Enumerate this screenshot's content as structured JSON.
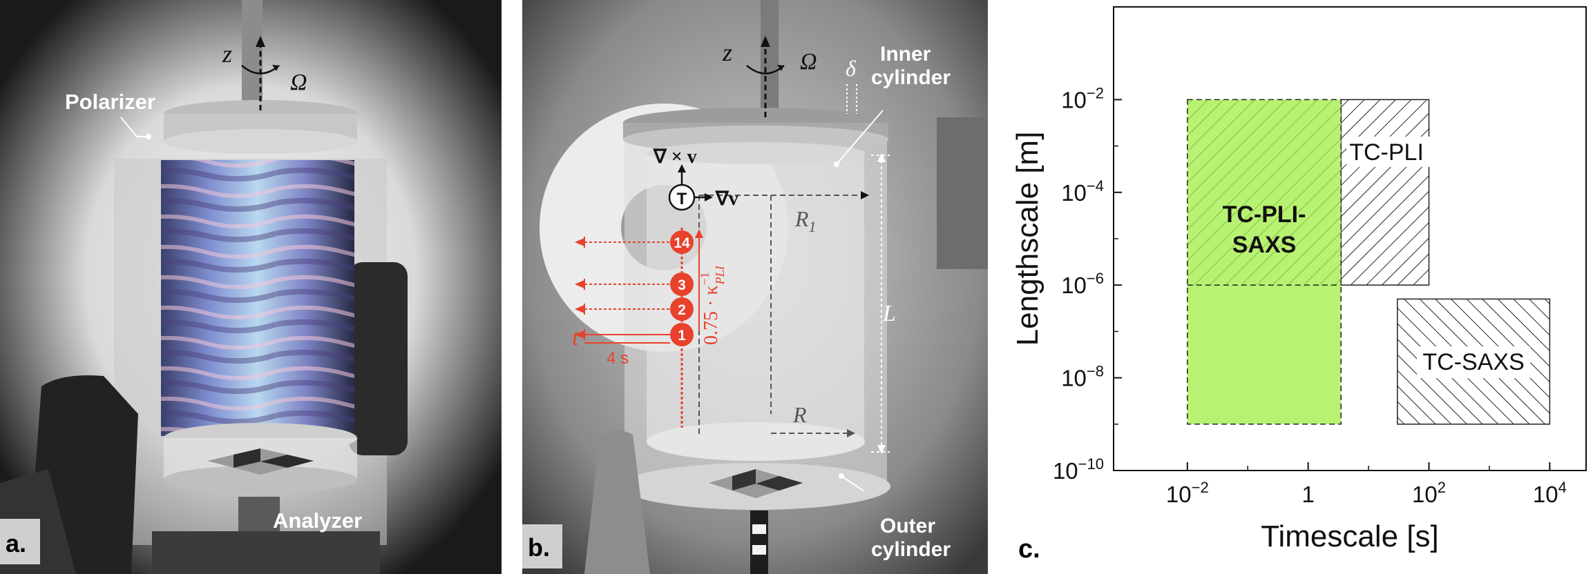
{
  "panel_a": {
    "label": "a.",
    "axis_z": "z",
    "omega": "Ω",
    "polarizer": "Polarizer",
    "analyzer": "Analyzer"
  },
  "panel_b": {
    "label": "b.",
    "axis_z": "z",
    "omega": "Ω",
    "delta": "δ",
    "inner_cylinder": [
      "Inner",
      "cylinder"
    ],
    "outer_cylinder": [
      "Outer",
      "cylinder"
    ],
    "curl_v": "∇ × v",
    "grad_v": "∇v",
    "T_marker": "T",
    "R1": "R",
    "R1_sub": "1",
    "R": "R",
    "L": "L",
    "t": "t",
    "four_s": "4 s",
    "kappa_expr": "0.75 · κ",
    "kappa_sup": "−1",
    "kappa_sub": "PLI",
    "markers": [
      "14",
      "3",
      "2",
      "1"
    ],
    "red_color": "#e8412c"
  },
  "panel_c": {
    "label": "c.",
    "xlabel": "Timescale [s]",
    "ylabel": "Lengthscale [m]",
    "x_ticks": [
      {
        "base": "10",
        "exp": "−2"
      },
      {
        "base": "1",
        "exp": ""
      },
      {
        "base": "10",
        "exp": "2"
      },
      {
        "base": "10",
        "exp": "4"
      }
    ],
    "y_ticks": [
      {
        "base": "10",
        "exp": "−2"
      },
      {
        "base": "10",
        "exp": "−4"
      },
      {
        "base": "10",
        "exp": "−6"
      },
      {
        "base": "10",
        "exp": "−8"
      },
      {
        "base": "10",
        "exp": "−10"
      }
    ],
    "chart_data": {
      "type": "diagram",
      "x_scale": "log",
      "y_scale": "log",
      "xlim": [
        0.0006,
        40000
      ],
      "ylim": [
        1e-10,
        1
      ],
      "regions": [
        {
          "name": "TC-PLI",
          "x": [
            3.5,
            100
          ],
          "y": [
            1e-06,
            0.01
          ],
          "fill": "hatched",
          "color": "#222222"
        },
        {
          "name": "TC-SAXS",
          "x": [
            30,
            10000
          ],
          "y": [
            1e-09,
            5e-07
          ],
          "fill": "hatched",
          "color": "#222222"
        },
        {
          "name_lines": [
            "TC-PLI-",
            "SAXS"
          ],
          "x": [
            0.01,
            3.5
          ],
          "y": [
            1e-09,
            0.01
          ],
          "fill": "solid",
          "color": "#b8f272"
        }
      ]
    }
  }
}
